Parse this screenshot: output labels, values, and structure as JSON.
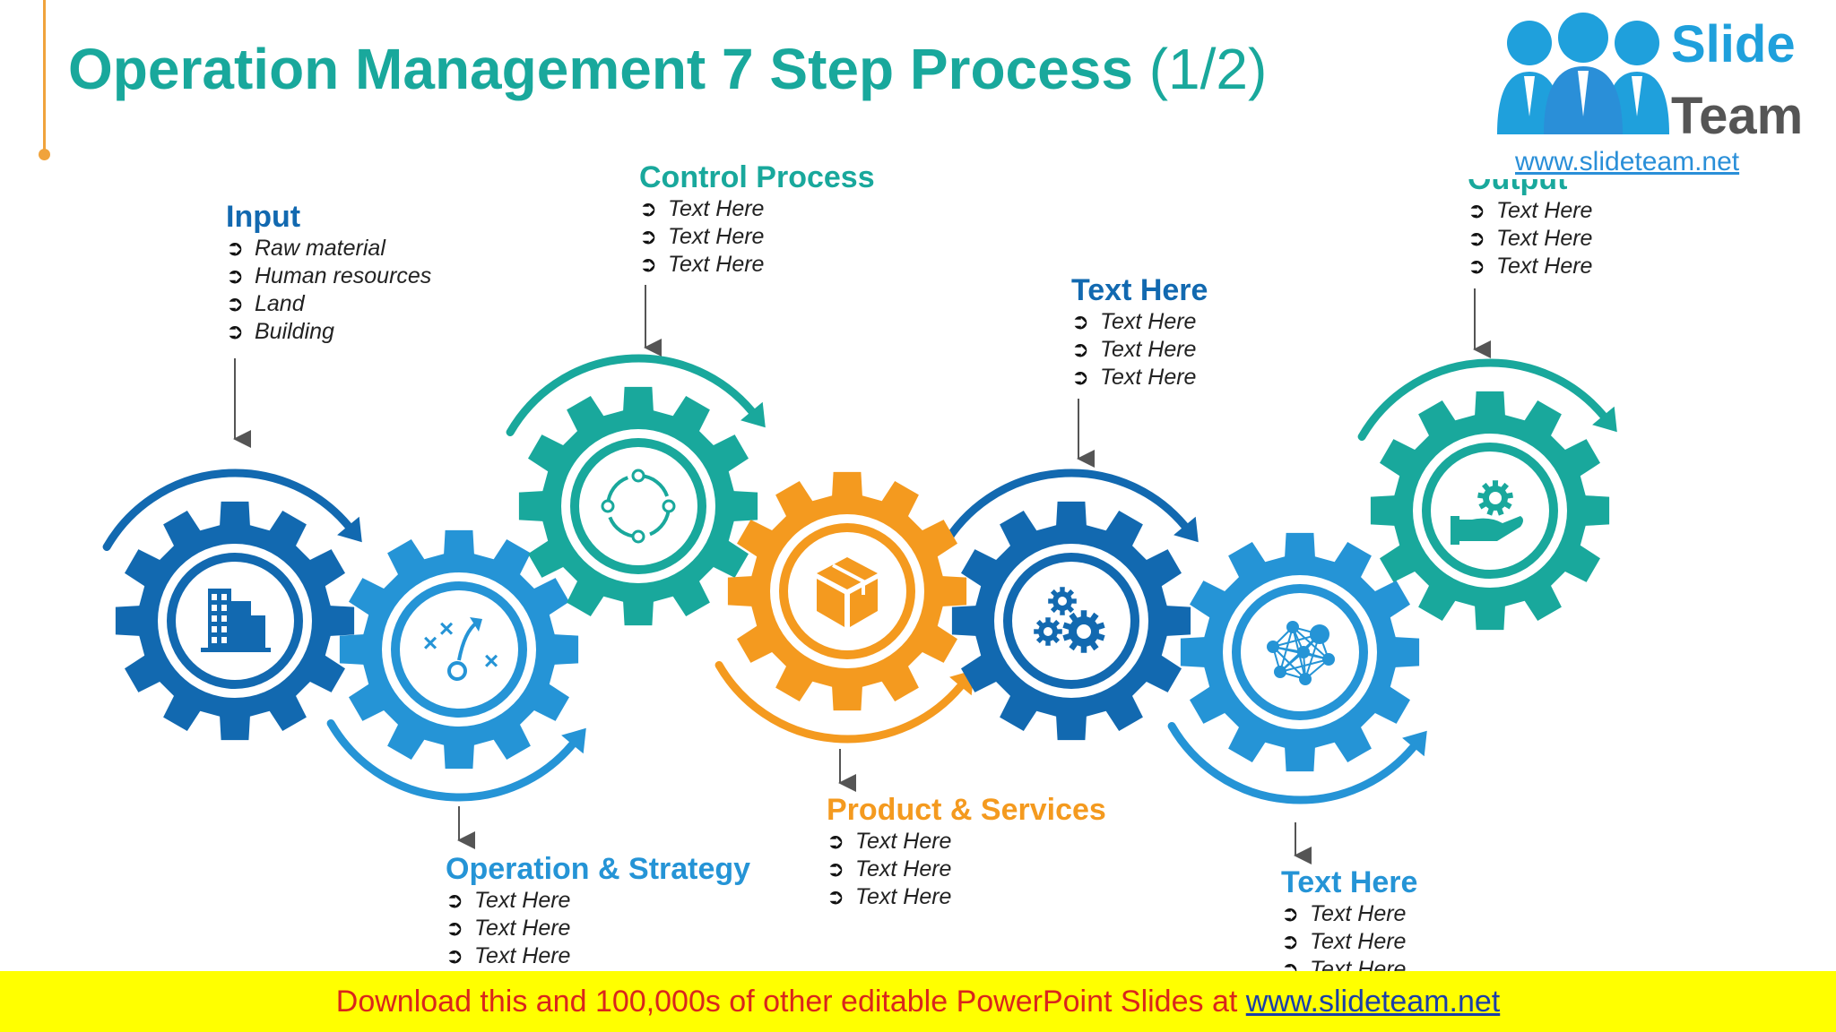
{
  "title": {
    "main": "Operation Management 7 Step Process",
    "suffix": "(1/2)"
  },
  "colors": {
    "dark_blue": "#1269b0",
    "mid_blue": "#2594d6",
    "teal": "#19a89c",
    "orange": "#f49a1f",
    "accent_line": "#f0a33c",
    "banner_bg": "#ffff00",
    "banner_text": "#d9261c"
  },
  "steps": [
    {
      "heading": "Input",
      "items": [
        "Raw material",
        "Human resources",
        "Land",
        "Building"
      ],
      "color": "#1269b0",
      "icon": "buildings-icon"
    },
    {
      "heading": "Operation & Strategy",
      "items": [
        "Text Here",
        "Text Here",
        "Text Here"
      ],
      "color": "#2594d6",
      "icon": "strategy-play-icon"
    },
    {
      "heading": "Control Process",
      "items": [
        "Text Here",
        "Text Here",
        "Text Here"
      ],
      "color": "#19a89c",
      "icon": "cycle-icon"
    },
    {
      "heading": "Product & Services",
      "items": [
        "Text Here",
        "Text Here",
        "Text Here"
      ],
      "color": "#f49a1f",
      "icon": "package-icon"
    },
    {
      "heading": "Text Here",
      "items": [
        "Text Here",
        "Text Here",
        "Text Here"
      ],
      "color": "#1269b0",
      "icon": "gears-icon"
    },
    {
      "heading": "Text Here",
      "items": [
        "Text Here",
        "Text Here",
        "Text Here"
      ],
      "color": "#2594d6",
      "icon": "network-icon"
    },
    {
      "heading": "Output",
      "items": [
        "Text Here",
        "Text Here",
        "Text Here"
      ],
      "color": "#19a89c",
      "icon": "hand-gear-icon"
    }
  ],
  "bullet_glyph": "➲",
  "logo": {
    "line1": "Slide",
    "line2": "Team",
    "url": "www.slideteam.net"
  },
  "banner": {
    "text": "Download this and 100,000s of other editable PowerPoint Slides at",
    "link": "www.slideteam.net"
  }
}
